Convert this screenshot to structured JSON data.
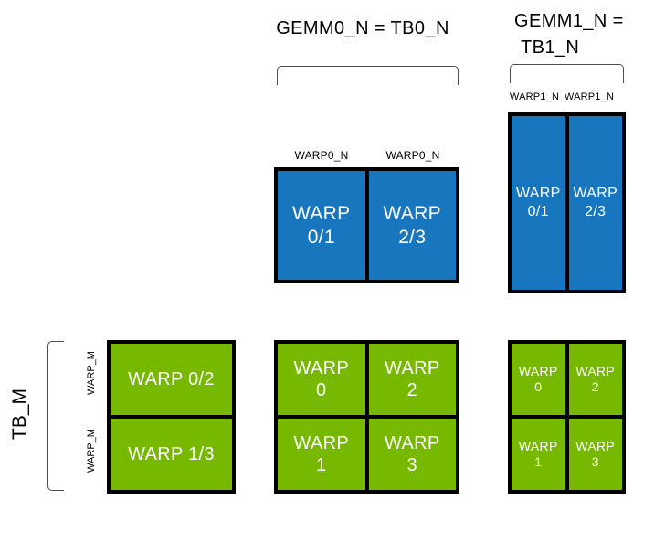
{
  "colors": {
    "blue": "#1776be",
    "green": "#76b900",
    "outline": "#000000",
    "bracket": "#4d4d4d",
    "cell_text": "#ffffff",
    "background": "#ffffff"
  },
  "titles": {
    "gemm0": "GEMM0_N = TB0_N",
    "gemm1_line1": "GEMM1_N =",
    "gemm1_line2": "TB1_N"
  },
  "side_labels": {
    "tb_m": "TB_M",
    "warp_m_top": "WARP_M",
    "warp_m_bottom": "WARP_M"
  },
  "column_labels": {
    "gemm0_left": "WARP0_N",
    "gemm0_right": "WARP0_N",
    "gemm1_left": "WARP1_N",
    "gemm1_right": "WARP1_N"
  },
  "blocks": {
    "gemm0_accumulators": {
      "color": "blue",
      "cells": [
        {
          "line1": "WARP",
          "line2": "0/1"
        },
        {
          "line1": "WARP",
          "line2": "2/3"
        }
      ]
    },
    "gemm1_accumulators": {
      "color": "blue",
      "cells": [
        {
          "line1": "WARP",
          "line2": "0/1"
        },
        {
          "line1": "WARP",
          "line2": "2/3"
        }
      ]
    },
    "tb_warp_tile": {
      "color": "green",
      "cells": [
        {
          "label": "WARP 0/2"
        },
        {
          "label": "WARP 1/3"
        }
      ]
    },
    "gemm0_warp_grid": {
      "color": "green",
      "cells": [
        {
          "line1": "WARP",
          "line2": "0"
        },
        {
          "line1": "WARP",
          "line2": "2"
        },
        {
          "line1": "WARP",
          "line2": "1"
        },
        {
          "line1": "WARP",
          "line2": "3"
        }
      ]
    },
    "gemm1_warp_grid": {
      "color": "green",
      "cells": [
        {
          "line1": "WARP",
          "line2": "0"
        },
        {
          "line1": "WARP",
          "line2": "2"
        },
        {
          "line1": "WARP",
          "line2": "1"
        },
        {
          "line1": "WARP",
          "line2": "3"
        }
      ]
    }
  }
}
